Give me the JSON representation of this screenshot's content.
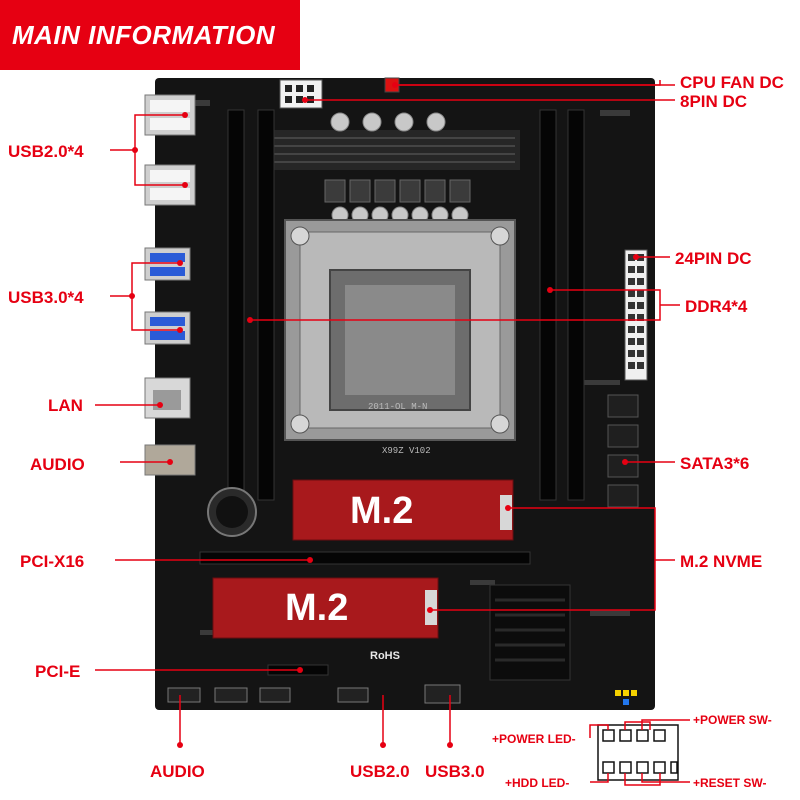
{
  "banner": {
    "title": "MAIN INFORMATION"
  },
  "labels": {
    "cpu_fan": "CPU FAN DC",
    "pin8": "8PIN DC",
    "usb20": "USB2.0*4",
    "usb30": "USB3.0*4",
    "pin24": "24PIN DC",
    "ddr4": "DDR4*4",
    "lan": "LAN",
    "audio_left": "AUDIO",
    "sata": "SATA3*6",
    "pcix16": "PCI-X16",
    "m2nvme": "M.2 NVME",
    "pcie": "PCI-E",
    "audio_bottom": "AUDIO",
    "usb20_bottom": "USB2.0",
    "usb30_bottom": "USB3.0"
  },
  "panel_header": {
    "power_led": "+POWER LED-",
    "power_sw": "+POWER SW-",
    "hdd_led": "+HDD LED-",
    "reset_sw": "+RESET SW-"
  },
  "board_silkscreen": {
    "m2_top": "M.2",
    "m2_bottom": "M.2",
    "model": "X99Z V102",
    "rohs": "RoHS",
    "socket_text": "2011-OL M-N"
  },
  "colors": {
    "accent": "#e60012",
    "pcb": "#141414",
    "m2_card": "#a8191c"
  }
}
